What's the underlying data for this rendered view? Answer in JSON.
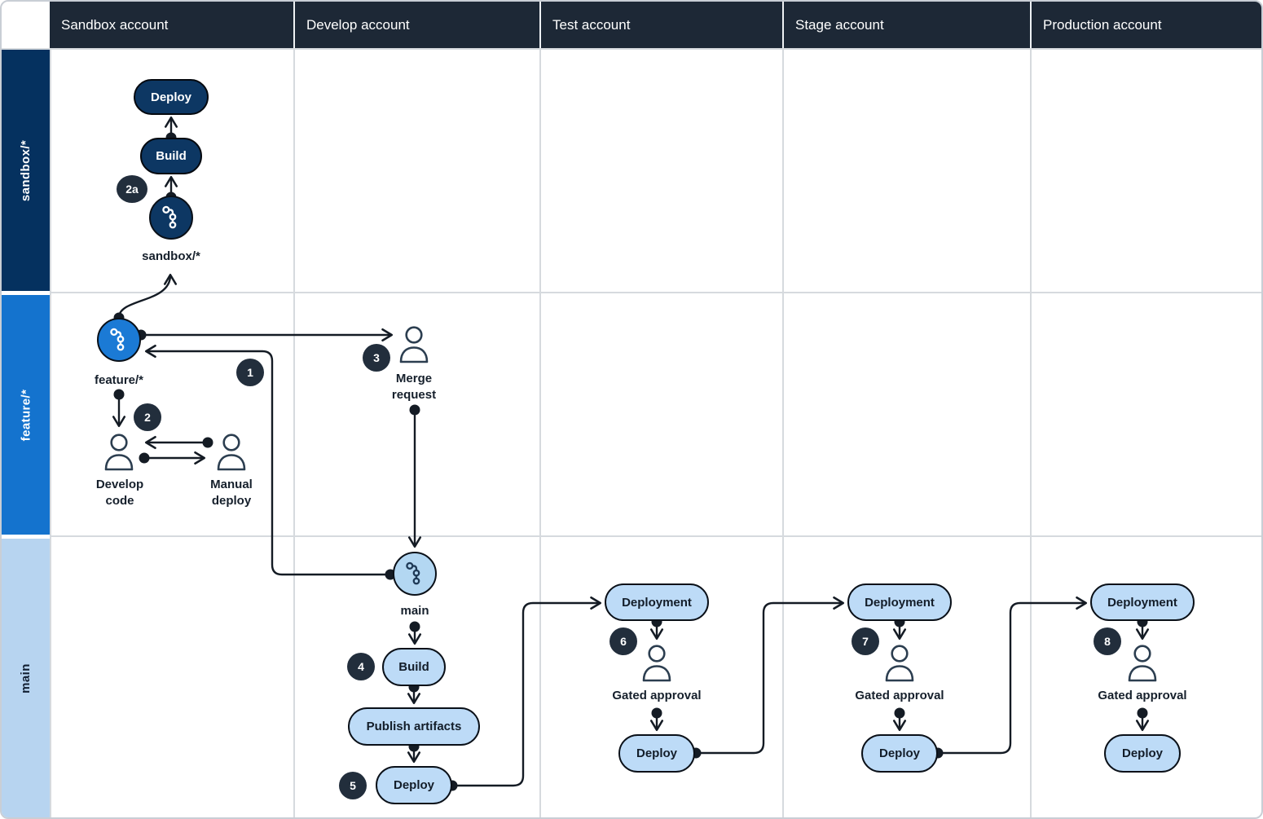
{
  "header": {
    "columns": [
      "Sandbox account",
      "Develop account",
      "Test account",
      "Stage account",
      "Production account"
    ]
  },
  "lanes": {
    "sandbox": "sandbox/*",
    "feature": "feature/*",
    "main": "main"
  },
  "sandbox_flow": {
    "deploy": "Deploy",
    "build": "Build",
    "badge": "2a",
    "branch_label": "sandbox/*"
  },
  "feature_flow": {
    "branch_label": "feature/*",
    "badge_create_branch": "1",
    "badge_develop": "2",
    "badge_merge": "3",
    "develop_code": {
      "line1": "Develop",
      "line2": "code"
    },
    "manual_deploy": {
      "line1": "Manual",
      "line2": "deploy"
    },
    "merge_request": {
      "line1": "Merge",
      "line2": "request"
    }
  },
  "main_flow": {
    "branch_label": "main",
    "badge_build": "4",
    "build": "Build",
    "publish": "Publish artifacts",
    "badge_deploy": "5",
    "deploy": "Deploy"
  },
  "stages": [
    {
      "account": "Test",
      "deployment": "Deployment",
      "badge": "6",
      "approval": "Gated approval",
      "deploy": "Deploy"
    },
    {
      "account": "Stage",
      "deployment": "Deployment",
      "badge": "7",
      "approval": "Gated approval",
      "deploy": "Deploy"
    },
    {
      "account": "Production",
      "deployment": "Deployment",
      "badge": "8",
      "approval": "Gated approval",
      "deploy": "Deploy"
    }
  ],
  "colors": {
    "header_bg": "#1d2836",
    "sandbox_lane": "#05315f",
    "feature_lane": "#1473ce",
    "main_lane": "#b7d4f0",
    "dark_node": "#0d3763",
    "light_node": "#bddbf7",
    "feature_node": "#1b7ad5",
    "badge": "#222e3c",
    "line": "#141b24"
  }
}
